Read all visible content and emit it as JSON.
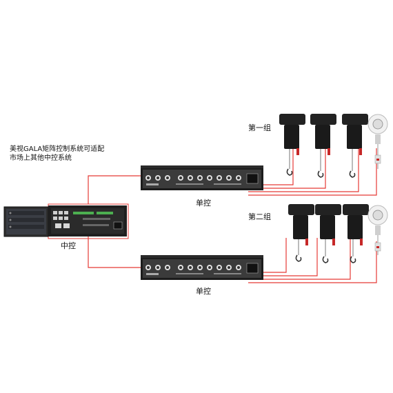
{
  "intro": {
    "line1": "美视GALA矩阵控制系统可适配",
    "line2": "市场上其他中控系统"
  },
  "labels": {
    "central": "中控",
    "single_top": "单控",
    "single_bottom": "单控",
    "group1": "第一组",
    "group2": "第二组"
  },
  "colors": {
    "cable": "#e53935",
    "device_body": "#1c1c1c",
    "panel_face": "#3b3b3b",
    "connector": "#cfcfcf",
    "hoist_body": "#222222",
    "hook": "#c62828",
    "background": "#ffffff"
  },
  "hoist_groups": [
    {
      "name": "第一组",
      "hoist_count": 3,
      "has_encoder_reel": true
    },
    {
      "name": "第二组",
      "hoist_count": 3,
      "has_encoder_reel": true
    }
  ]
}
